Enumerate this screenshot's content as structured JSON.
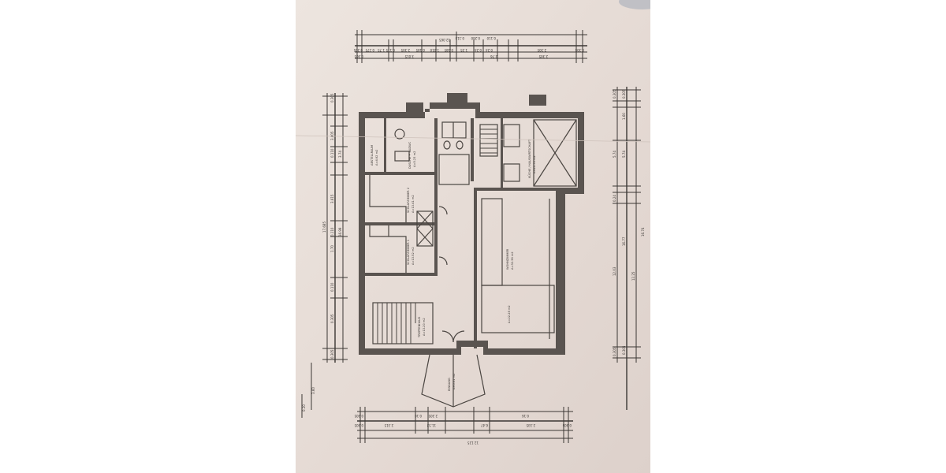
{
  "dimensions": {
    "top_overall": "12.065",
    "top_row1": [
      "0.113",
      "0.260",
      "0.110"
    ],
    "top_row2": [
      "0.305",
      "0.175",
      "1.75",
      "0.175",
      "2.305",
      "0.185",
      "1.010",
      "0.185",
      "1.35",
      "0.24",
      "0.24",
      "2.305",
      "0.305"
    ],
    "top_row3": [
      "0.305",
      "3.015",
      "2.76",
      "2.305"
    ],
    "left_overall": "17.685",
    "left_row": [
      "0.305",
      "3.805",
      "0.110",
      "1.70",
      "0.110",
      "0.305",
      "3.615",
      "3.74",
      "0.110",
      "0.305"
    ],
    "left_row2": [
      "16.99"
    ],
    "right_row1": [
      "0.305",
      "5.74",
      "0.24",
      "12.03",
      "0.305"
    ],
    "right_row2": [
      "0.305",
      "1.60",
      "5.74",
      "16.77",
      "0.305"
    ],
    "right_row3": [
      "12.25",
      "16.74"
    ],
    "bottom_row1": [
      "0.305",
      "0.10",
      "2.305",
      "0.16"
    ],
    "bottom_row2": [
      "0.305",
      "2.315",
      "11.52",
      "6.47",
      "2.335",
      "0.305"
    ],
    "bottom_overall": "12.125",
    "bottom_left": [
      "3.60",
      "0.10"
    ]
  },
  "rooms": {
    "abstell": {
      "name": "ABSTELLRAUM",
      "area": "A=4.62 m2"
    },
    "duschbad": {
      "name": "DUSCHE + BADWC",
      "area": "A=5.23 m2"
    },
    "zimmer2": {
      "name": "SCHLAFZIMMER 2",
      "area": "A=13.41 m2"
    },
    "zimmer1": {
      "name": "SCHLAFZIMMER 1",
      "area": "A=13.52 m2"
    },
    "kueche": {
      "name": "KÜCHE / HAUSWIRTSCHAFT",
      "area": "A=20.76 m2"
    },
    "wohnzimmer": {
      "name": "WOHNZIMMER",
      "area": "A=32.36 m2"
    },
    "wohnen2": {
      "name": "A=22.28 m2"
    },
    "treppe": {
      "name": "TREPPENHAUS",
      "area": "A=13.20 m2"
    },
    "eingang": {
      "name": "EINGANG",
      "area": "A=5.61 m2"
    }
  },
  "colors": {
    "paper": "#e6dcd6",
    "ink": "#3b3734"
  }
}
